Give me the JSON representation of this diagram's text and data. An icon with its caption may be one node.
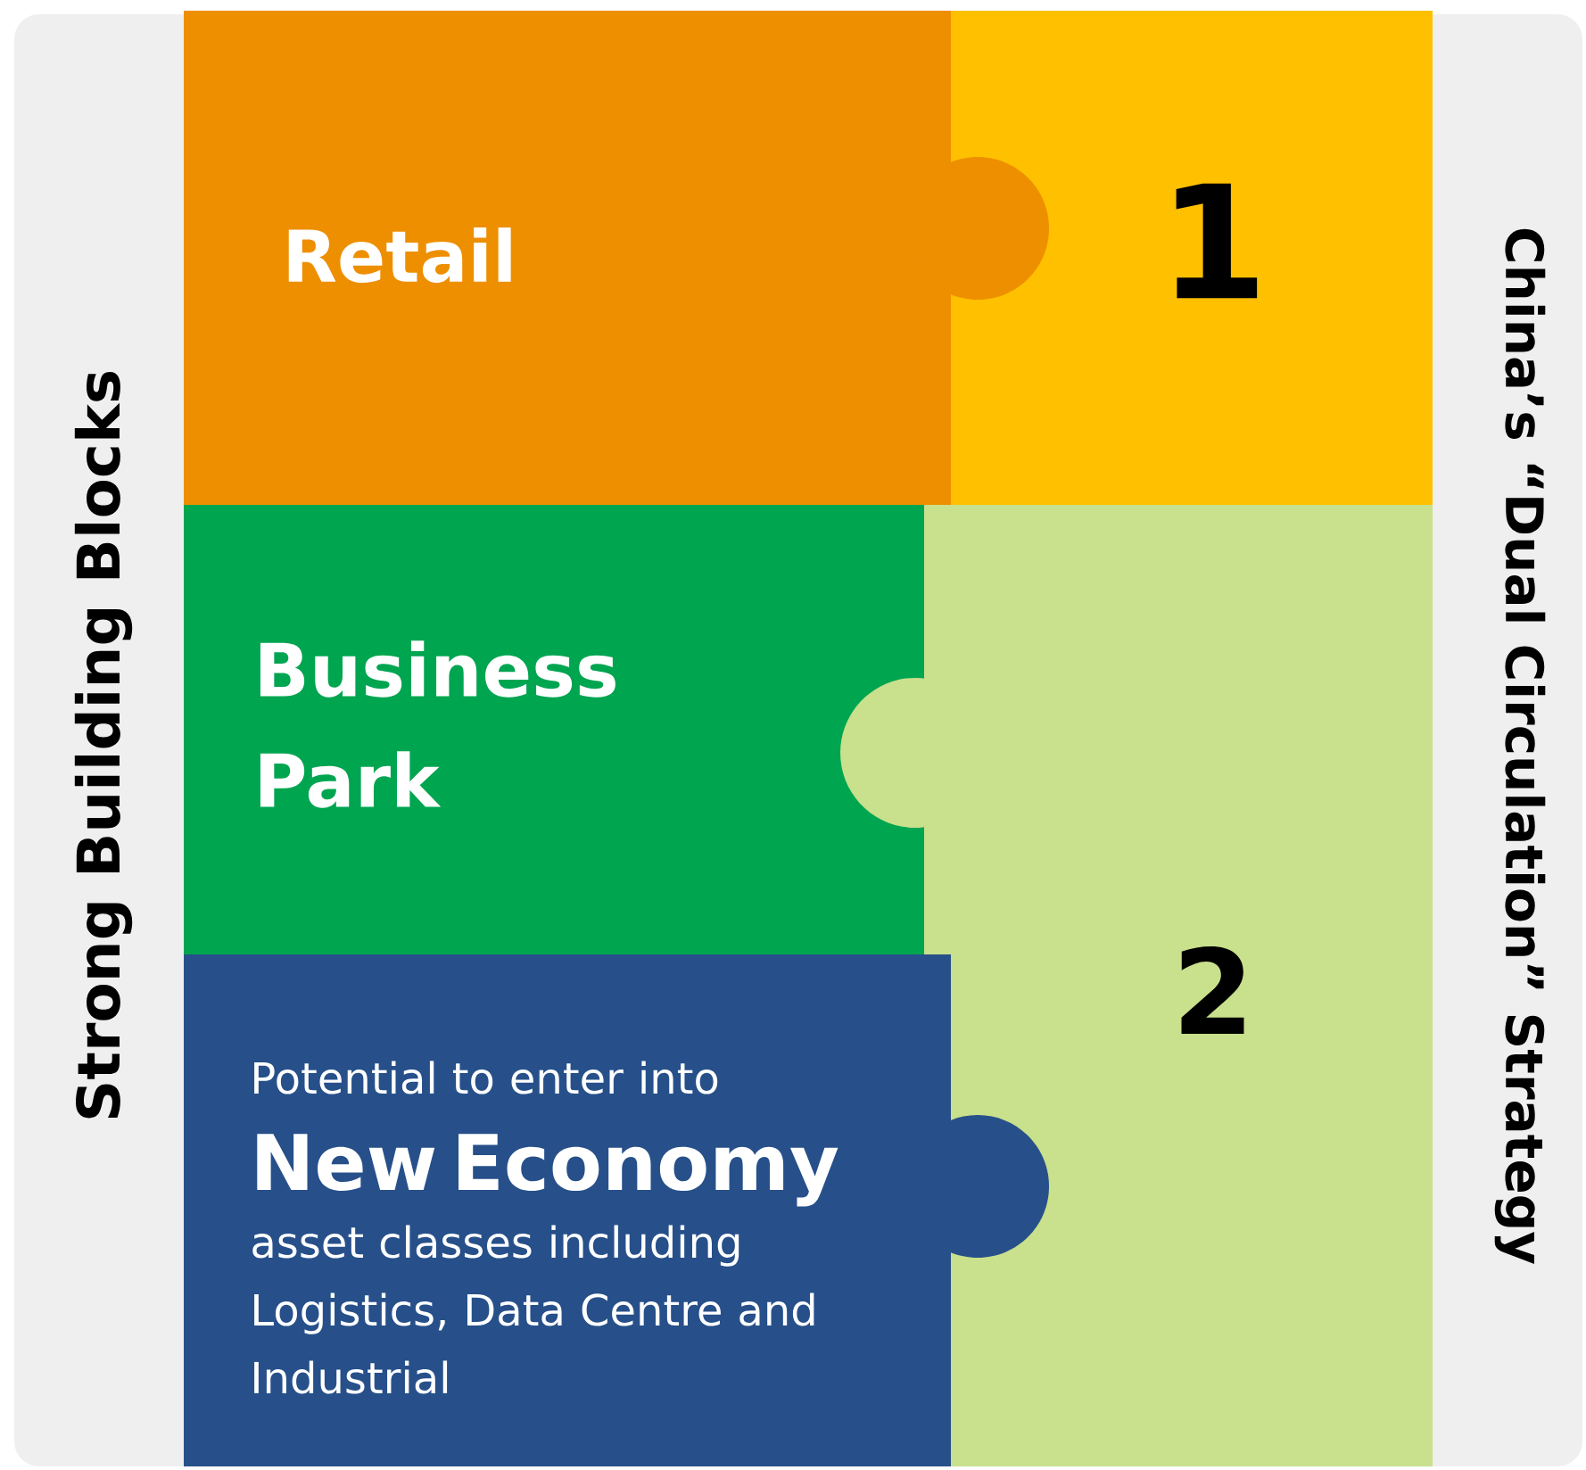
{
  "diagram": {
    "nodes": [
      {
        "text": [
          "Retail"
        ]
      },
      {
        "text": [
          "1"
        ]
      },
      {
        "text": [
          "Business Park"
        ]
      },
      {
        "text": [
          "2"
        ]
      },
      {
        "text": [
          "Potential to enter into",
          "New Economy",
          "asset classes including Logistics, Data Centre and Industrial"
        ]
      }
    ],
    "labels": [
      "Strong Building Blocks",
      "China’s “Dual Circulation” Strategy"
    ]
  }
}
